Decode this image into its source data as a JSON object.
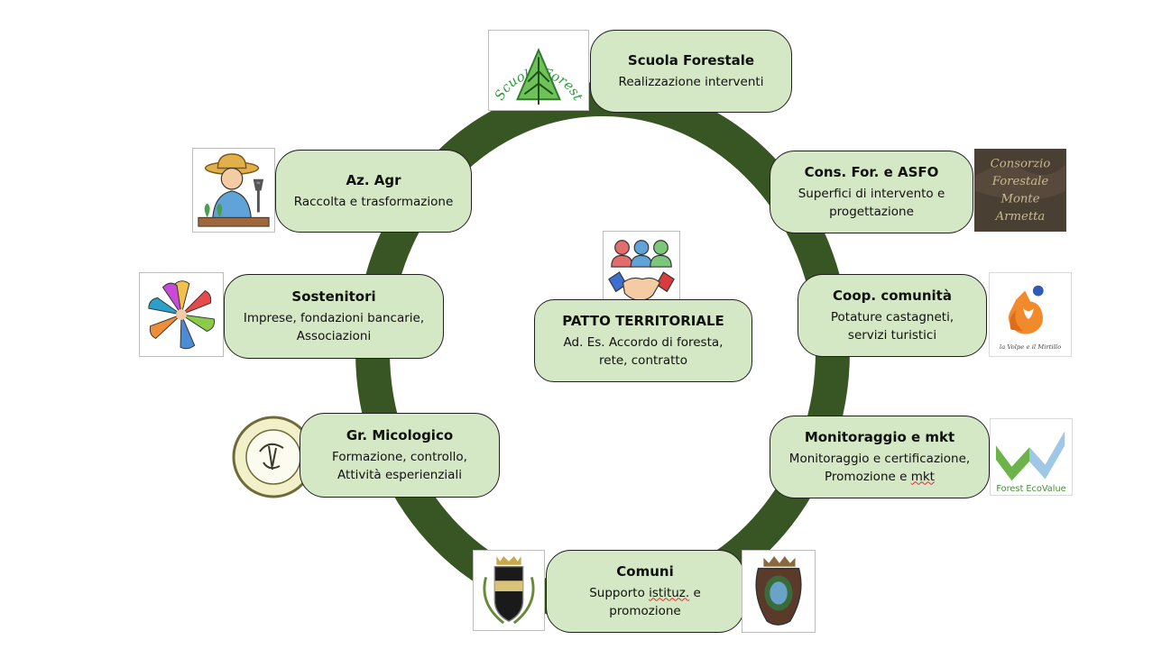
{
  "colors": {
    "ring": "#375623",
    "node_fill": "#d5e8c5",
    "node_border": "#1f1f1f"
  },
  "center": {
    "title": "PATTO TERRITORIALE",
    "line1": "Ad. Es. Accordo di foresta,",
    "line2": "rete, contratto",
    "icon": "handshake-people-icon"
  },
  "nodes": {
    "scuola": {
      "title": "Scuola Forestale",
      "line1": "Realizzazione interventi"
    },
    "cons": {
      "title": "Cons. For. e ASFO",
      "line1": "Superfici di intervento e",
      "line2": "progettazione"
    },
    "coop": {
      "title": "Coop. comunità",
      "line1": "Potature castagneti,",
      "line2": "servizi turistici"
    },
    "monit": {
      "title": "Monitoraggio e mkt",
      "line1": "Monitoraggio e certificazione,",
      "line2a": "Promozione e ",
      "line2b": "mkt"
    },
    "comuni": {
      "title": "Comuni",
      "line1a": "Supporto ",
      "line1b": "istituz.",
      "line1c": " e",
      "line2": "promozione"
    },
    "micol": {
      "title": "Gr. Micologico",
      "line1": "Formazione, controllo,",
      "line2": "Attività esperienziali"
    },
    "sost": {
      "title": "Sostenitori",
      "line1": "Imprese, fondazioni bancarie,",
      "line2": "Associazioni"
    },
    "agr": {
      "title": "Az. Agr",
      "line1": "Raccolta e trasformazione"
    }
  },
  "logos": {
    "scuola": {
      "icon": "scuola-forestale-logo",
      "text": "Scuola Forestale di Ormea"
    },
    "cons": {
      "icon": "consorzio-forestale-logo",
      "line1": "Consorzio",
      "line2": "Forestale",
      "line3": "Monte",
      "line4": "Armetta"
    },
    "coop": {
      "icon": "fox-logo",
      "caption": "la Volpe e il Mirtillo"
    },
    "monit": {
      "icon": "forest-ecovalue-logo",
      "caption": "Forest EcoValue"
    },
    "micol": {
      "icon": "gruppo-micologico-seal"
    },
    "sost": {
      "icon": "people-circle-icon"
    },
    "agr": {
      "icon": "farmer-icon"
    },
    "comuni_left": {
      "icon": "coat-of-arms-icon"
    },
    "comuni_right": {
      "icon": "coat-of-arms-icon"
    }
  }
}
